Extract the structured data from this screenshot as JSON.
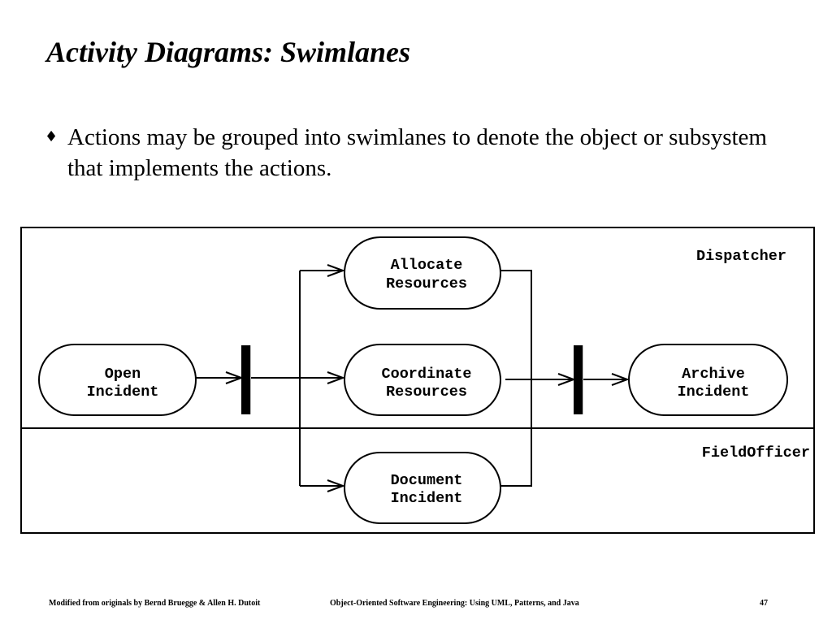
{
  "title": "Activity Diagrams: Swimlanes",
  "bullet": {
    "icon": "diamond-bullet-icon",
    "text": "Actions may be grouped into swimlanes to denote the object or subsystem that implements the actions."
  },
  "diagram": {
    "lanes": [
      {
        "id": "dispatcher",
        "name": "Dispatcher"
      },
      {
        "id": "fieldofficer",
        "name": "FieldOfficer"
      }
    ],
    "actions": [
      {
        "id": "open",
        "lines": [
          "Open",
          "Incident"
        ]
      },
      {
        "id": "allocate",
        "lines": [
          "Allocate",
          "Resources"
        ]
      },
      {
        "id": "coordinate",
        "lines": [
          "Coordinate",
          "Resources"
        ]
      },
      {
        "id": "document",
        "lines": [
          "Document",
          "Incident"
        ]
      },
      {
        "id": "archive",
        "lines": [
          "Archive",
          "Incident"
        ]
      }
    ],
    "bars": [
      {
        "id": "fork",
        "kind": "fork"
      },
      {
        "id": "join",
        "kind": "join"
      }
    ]
  },
  "footer": {
    "left": "Modified from originals by Bernd Bruegge & Allen H. Dutoit",
    "center": "Object-Oriented Software Engineering: Using UML, Patterns, and Java",
    "page": "47"
  }
}
